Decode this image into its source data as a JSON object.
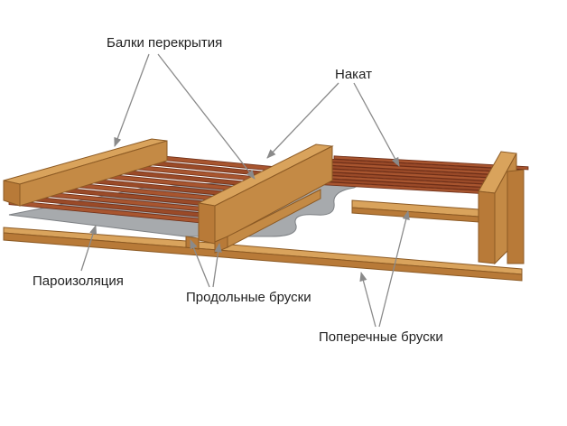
{
  "labels": {
    "joists": "Балки перекрытия",
    "subfloor": "Накат",
    "vapor_barrier": "Пароизоляция",
    "longitudinal_bars": "Продольные бруски",
    "transverse_bars": "Поперечные бруски"
  },
  "colors": {
    "wood_top": "#d9a35c",
    "wood_side": "#b87a38",
    "wood_dark": "#8c5a24",
    "plank": "#9a4a28",
    "plank_dark": "#6e2f18",
    "barrier": "#a7aaad",
    "arrow": "#8a8a8a"
  }
}
